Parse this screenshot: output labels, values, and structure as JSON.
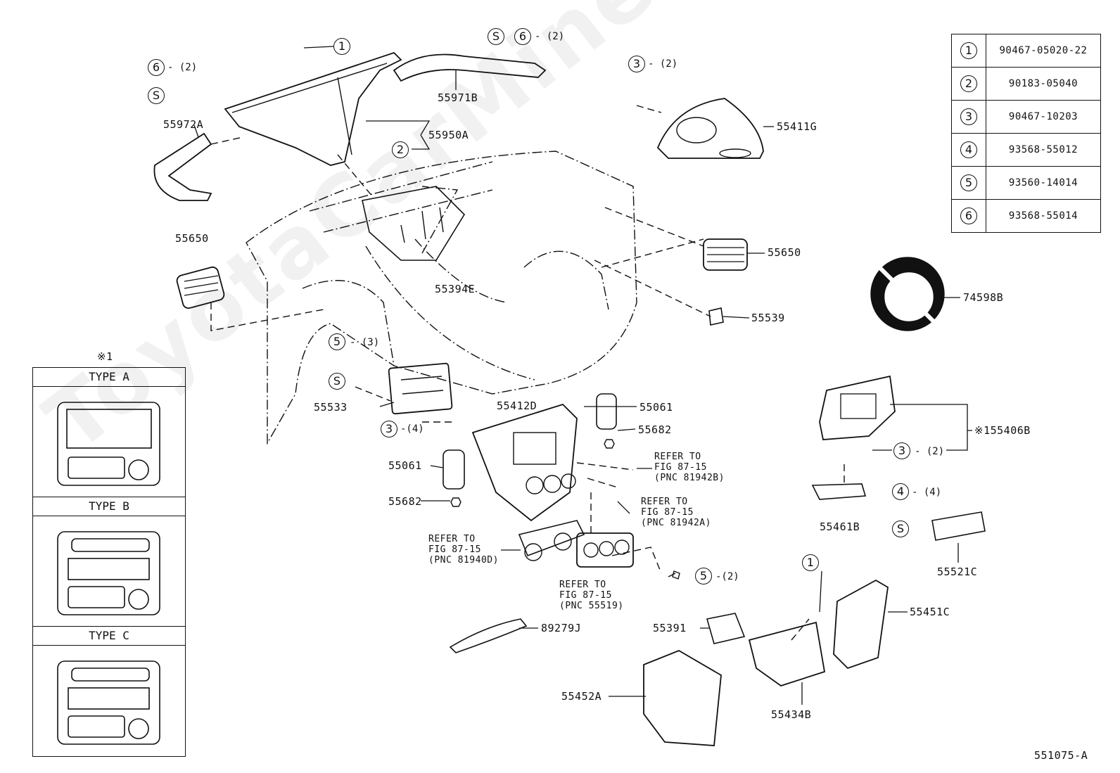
{
  "watermark": "ToyotaCarMine.ru",
  "diagram_code": "551075-A",
  "reference_table": [
    {
      "key": "1",
      "part": "90467-05020-22"
    },
    {
      "key": "2",
      "part": "90183-05040"
    },
    {
      "key": "3",
      "part": "90467-10203"
    },
    {
      "key": "4",
      "part": "93568-55012"
    },
    {
      "key": "5",
      "part": "93560-14014"
    },
    {
      "key": "6",
      "part": "93568-55014"
    }
  ],
  "type_box": {
    "title": "※1",
    "types": [
      "TYPE A",
      "TYPE B",
      "TYPE C"
    ]
  },
  "parts": {
    "p55972A": "55972A",
    "p55971B": "55971B",
    "p55950A": "55950A",
    "p55411G": "55411G",
    "p55650_left": "55650",
    "p55650_right": "55650",
    "p55394E": "55394E",
    "p74598B": "74598B",
    "p55539": "55539",
    "p55533": "55533",
    "p55412D": "55412D",
    "p55061_upper": "55061",
    "p55682_upper": "55682",
    "p55061_lower": "55061",
    "p55682_lower": "55682",
    "p55406B": "※155406B",
    "p55461B": "55461B",
    "p55521C": "55521C",
    "p89279J": "89279J",
    "p55391": "55391",
    "p55451C": "55451C",
    "p55452A": "55452A",
    "p55434B": "55434B"
  },
  "refers": {
    "r1": [
      "REFER TO",
      "FIG 87-15",
      "(PNC 81942B)"
    ],
    "r2": [
      "REFER TO",
      "FIG 87-15",
      "(PNC 81942A)"
    ],
    "r3": [
      "REFER TO",
      "FIG 87-15",
      "(PNC 81940D)"
    ],
    "r4": [
      "REFER TO",
      "FIG 87-15",
      "(PNC 55519)"
    ]
  },
  "callouts": {
    "c1_top": "1",
    "c6_top_left": "6",
    "q6_top_left": "- (2)",
    "s_top_left": "S",
    "s_top_mid": "S",
    "c6_top_mid": "6",
    "q6_top_mid": "- (2)",
    "c2": "2",
    "c3_top": "3",
    "q3_top": "- (2)",
    "c5_left": "5",
    "q5_left": "- (3)",
    "s_left": "S",
    "c3_mid": "3",
    "q3_mid": "-(4)",
    "c3_right": "3",
    "q3_right": "- (2)",
    "c4": "4",
    "q4": "- (4)",
    "s_right": "S",
    "c5_bottom": "5",
    "q5_bottom": "-(2)",
    "c1_bottom": "1"
  }
}
